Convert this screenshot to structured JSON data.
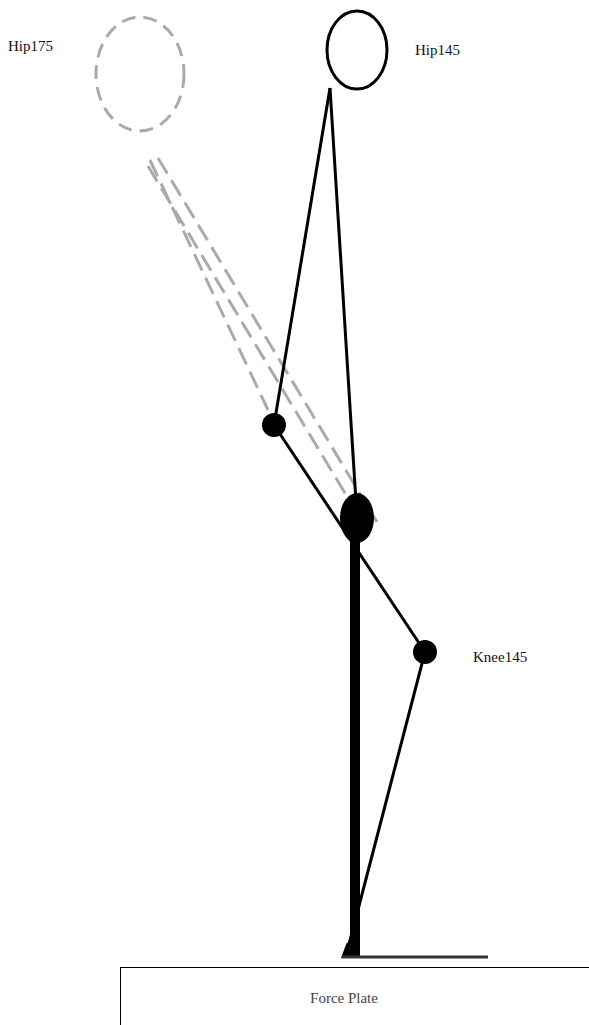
{
  "diagram": {
    "nodes": [
      {
        "text": [
          "Force Plate"
        ]
      }
    ],
    "labels": [
      "Hip175",
      "Hip145",
      "Knee145"
    ]
  }
}
